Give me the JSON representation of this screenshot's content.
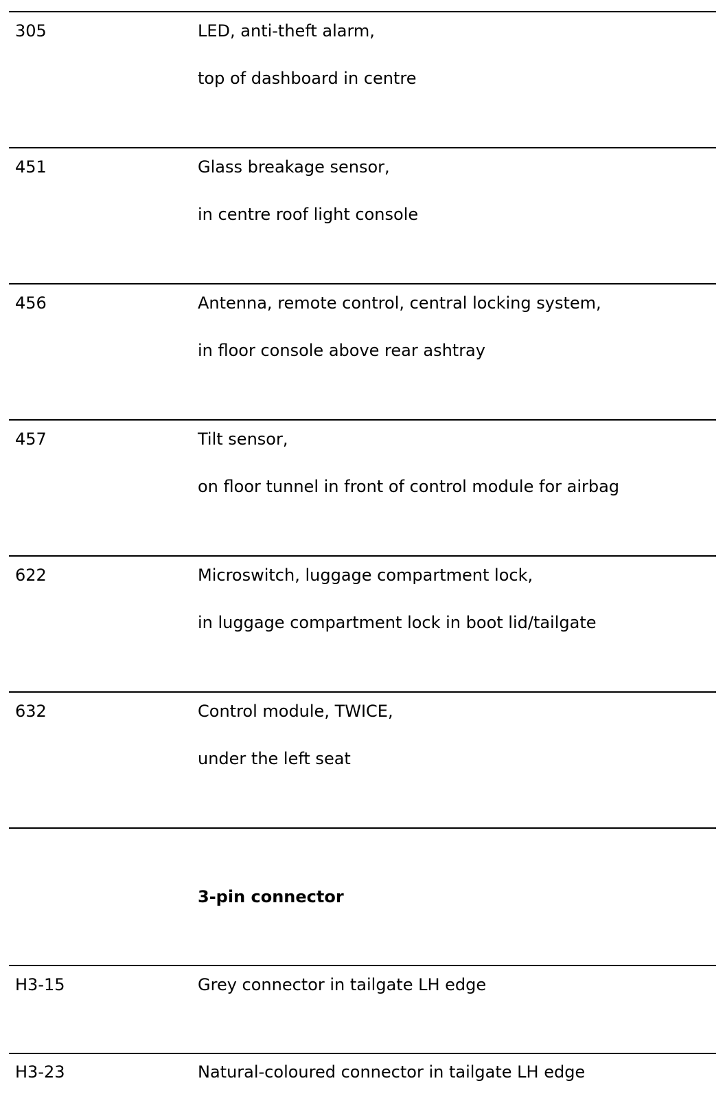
{
  "rows": [
    {
      "code": "305",
      "line1": "LED, anti-theft alarm,",
      "line2": "top of dashboard in centre"
    },
    {
      "code": "451",
      "line1": "Glass breakage sensor,",
      "line2": "in centre roof light console"
    },
    {
      "code": "456",
      "line1": "Antenna, remote control, central locking system,",
      "line2": "in floor console above rear ashtray"
    },
    {
      "code": "457",
      "line1": "Tilt sensor,",
      "line2": "on floor tunnel in front of control module for airbag"
    },
    {
      "code": "622",
      "line1": "Microswitch, luggage compartment lock,",
      "line2": "in luggage compartment lock in boot lid/tailgate"
    },
    {
      "code": "632",
      "line1": "Control module, TWICE,",
      "line2": "under the left seat"
    }
  ],
  "section_heading": "3-pin connector",
  "connector_rows": [
    {
      "code": "H3-15",
      "desc": "Grey connector in tailgate LH edge"
    },
    {
      "code": "H3-23",
      "desc": "Natural-coloured connector in tailgate LH edge"
    }
  ]
}
